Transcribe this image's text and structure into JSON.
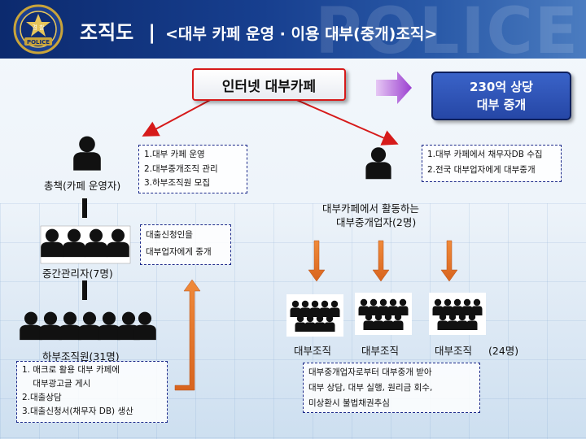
{
  "header": {
    "title": "조직도",
    "separator": "|",
    "subtitle": "<대부 카페 운영 · 이용 대부(중개)조직>",
    "watermark": "POLICE",
    "emblem_text": "경 찰",
    "emblem_label": "POLICE"
  },
  "center": {
    "label": "인터넷 대부카페"
  },
  "amount": {
    "line1": "230억 상당",
    "line2": "대부 중개"
  },
  "left_chain": {
    "boss_label": "총책(카페 운영자)",
    "boss_notes": [
      "1.대부 카페 운영",
      "2.대부중개조직 관리",
      "3.하부조직원 모집"
    ],
    "mid_label": "중간관리자(7명)",
    "mid_notes": [
      "대출신청인을",
      "대부업자에게 중개"
    ],
    "low_label": "하부조직원(31명)",
    "low_notes": [
      "1. 매크로 활용 대부 카페에",
      "    대부광고글 게시",
      "2.대출상담",
      "3.대출신청서(채무자 DB) 생산"
    ]
  },
  "right_chain": {
    "broker_label_line1": "대부카페에서 활동하는",
    "broker_label_line2": "대부중개업자(2명)",
    "broker_notes": [
      "1.대부 카페에서 채무자DB 수집",
      "2.전국 대부업자에게 대부중개"
    ],
    "org_labels": [
      "대부조직",
      "대부조직",
      "대부조직"
    ],
    "org_count": "(24명)",
    "org_notes": [
      "대부중개업자로부터 대부중개 받아",
      "대부 상담, 대부 실행, 원리금 회수,",
      "미상환시 불법채권추심"
    ]
  },
  "colors": {
    "header_dark": "#0c2a6e",
    "arrow_red": "#d61a1a",
    "arrow_orange": "#e8742a",
    "box_border": "#1c2a8a",
    "amount_blue": "#2f55b8",
    "arrow_purple": "#a04fd0"
  }
}
